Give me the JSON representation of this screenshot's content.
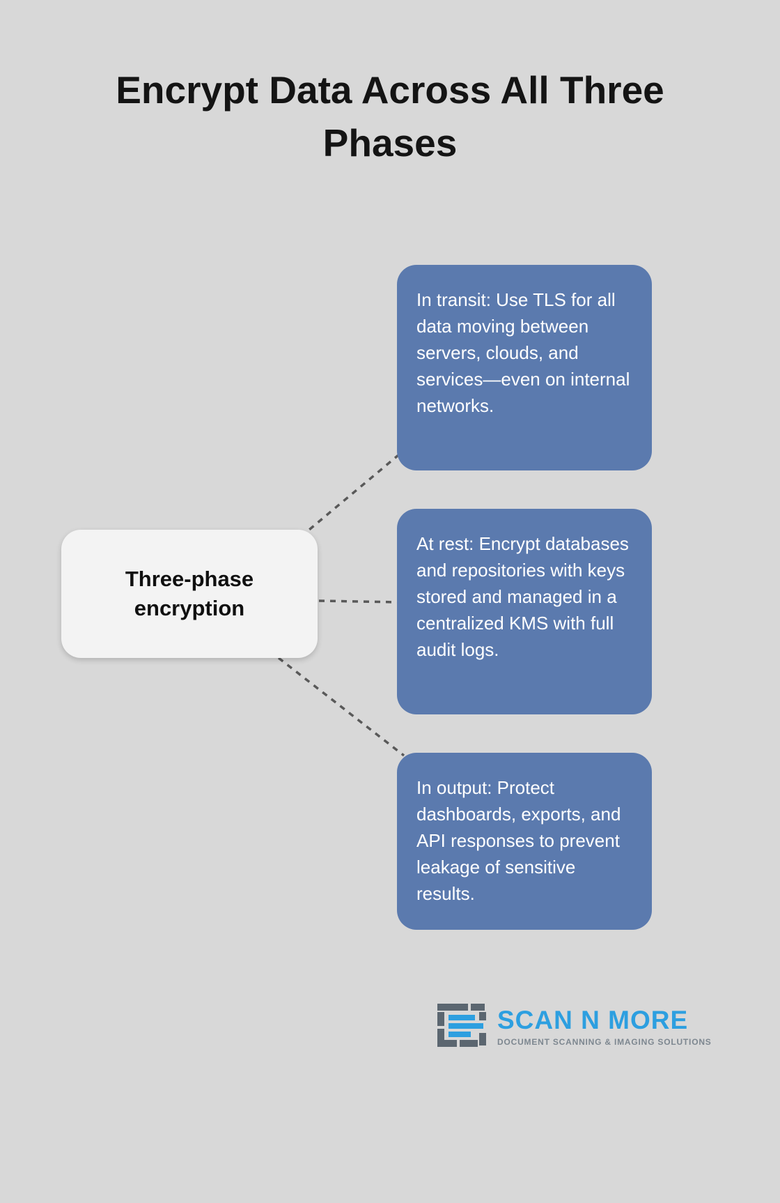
{
  "title": "Encrypt Data Across All Three Phases",
  "center_node": {
    "label": "Three-phase encryption"
  },
  "boxes": [
    {
      "id": "in-transit",
      "text": "In transit: Use TLS for all data moving between servers, clouds, and services—even on internal networks."
    },
    {
      "id": "at-rest",
      "text": "At rest: Encrypt databases and repositories with keys stored and managed in a centralized KMS with full audit logs."
    },
    {
      "id": "in-output",
      "text": "In output: Protect dashboards, exports, and API responses to prevent leakage of sensitive results."
    }
  ],
  "logo": {
    "name": "SCAN N MORE",
    "tagline": "DOCUMENT SCANNING & IMAGING SOLUTIONS"
  },
  "colors": {
    "background": "#d8d8d8",
    "box_blue": "#5b7aae",
    "box_text": "#ffffff",
    "center_node_bg": "#f3f3f3",
    "title_text": "#141414",
    "connector_gray": "#595959",
    "logo_blue": "#2d9fe0",
    "logo_gray": "#5b6670",
    "tagline_gray": "#7d8790"
  }
}
